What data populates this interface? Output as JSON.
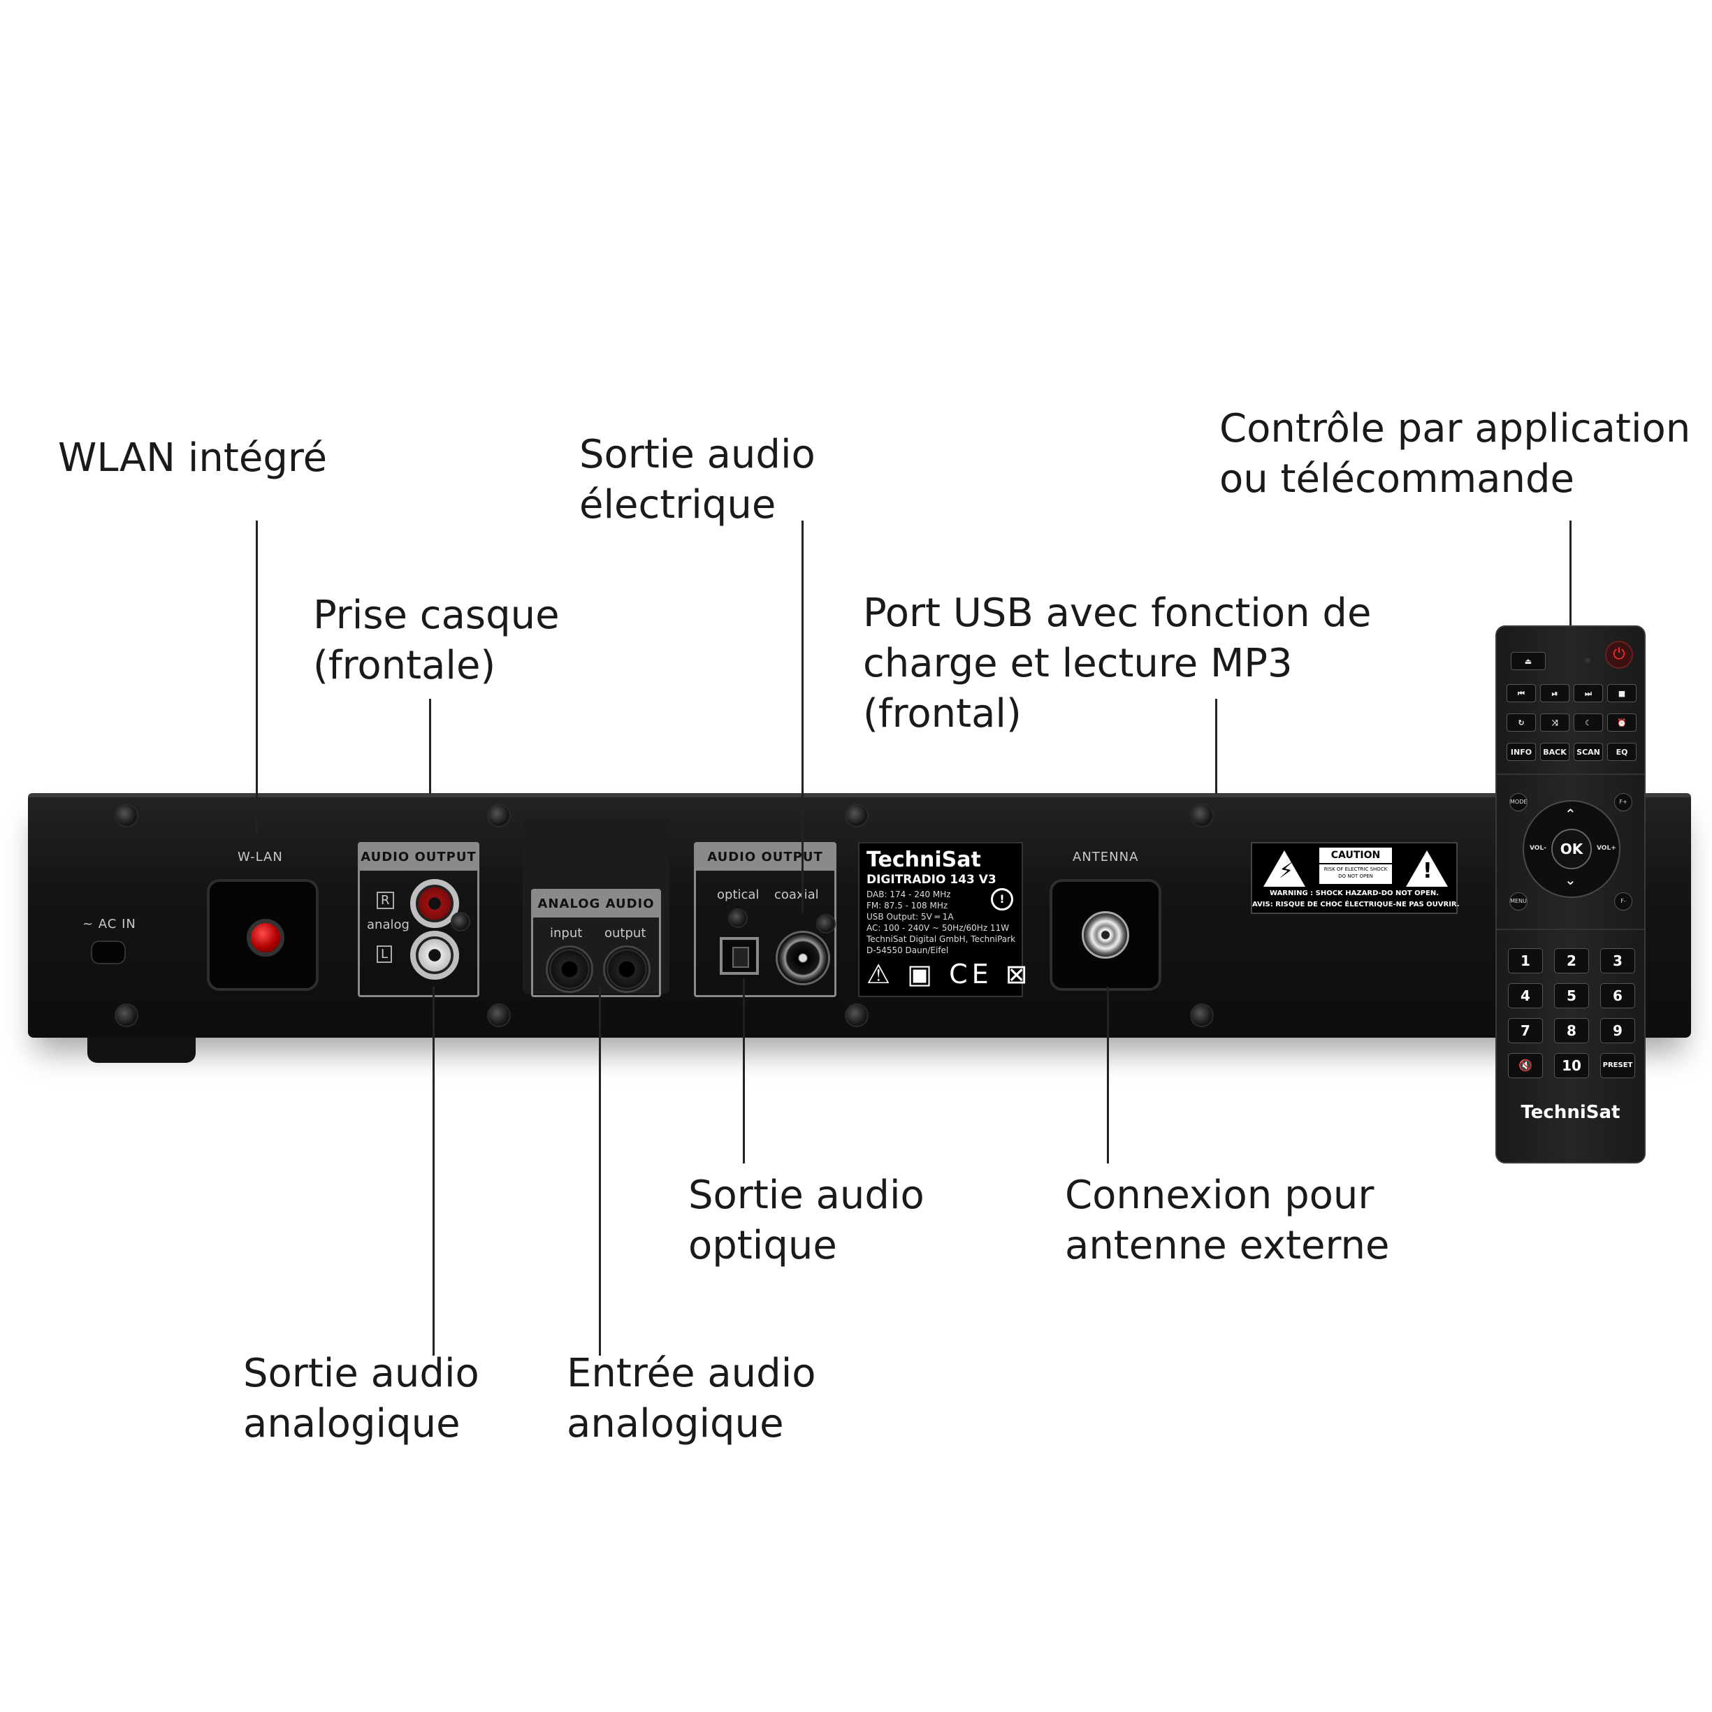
{
  "callouts": {
    "wlan": "WLAN intégré",
    "headphone": [
      "Prise casque",
      "(frontale)"
    ],
    "electric_out": [
      "Sortie audio",
      "électrique"
    ],
    "usb": [
      "Port USB avec fonction de",
      "charge et lecture MP3",
      "(frontal)"
    ],
    "app_control": [
      "Contrôle par application",
      "ou télécommande"
    ],
    "analog_out": [
      "Sortie audio",
      "analogique"
    ],
    "analog_in": [
      "Entrée audio",
      "analogique"
    ],
    "optical_out": [
      "Sortie audio",
      "optique"
    ],
    "antenna_ext": [
      "Connexion pour",
      "antenne externe"
    ]
  },
  "panel": {
    "ac_in": "~ AC IN",
    "wlan": "W-LAN",
    "audio_output_1": "AUDIO OUTPUT",
    "r": "R",
    "analog": "analog",
    "l": "L",
    "analog_audio": "ANALOG AUDIO",
    "input": "input",
    "output": "output",
    "audio_output_2": "AUDIO OUTPUT",
    "optical": "optical",
    "coaxial": "coaxial",
    "antenna": "ANTENNA"
  },
  "rating_label": {
    "brand": "TechniSat",
    "model": "DIGITRADIO 143 V3",
    "lines": [
      "DAB: 174 - 240 MHz",
      "FM: 87.5 - 108 MHz",
      "USB Output: 5V ═ 1A",
      "AC: 100 - 240V ~ 50Hz/60Hz 11W",
      "TechniSat Digital GmbH, TechniPark",
      "D-54550 Daun/Eifel"
    ],
    "symbols": "⚠ ▣ CE ⊠"
  },
  "warning": {
    "caution": "CAUTION",
    "caution_sub": "RISK OF ELECTRIC SHOCK DO NOT OPEN",
    "line1": "WARNING : SHOCK HAZARD-DO NOT OPEN.",
    "line2": "AVIS: RISQUE DE CHOC ÉLECTRIQUE-NE PAS OUVRIR."
  },
  "remote": {
    "row_func": [
      "INFO",
      "BACK",
      "SCAN",
      "EQ"
    ],
    "mode": "MODE",
    "menu": "MENU",
    "f_plus": "F+",
    "f_minus": "F-",
    "vol_minus": "VOL-",
    "vol_plus": "VOL+",
    "ok": "OK",
    "numbers": [
      "1",
      "2",
      "3",
      "4",
      "5",
      "6",
      "7",
      "8",
      "9"
    ],
    "ten": "10",
    "preset": "PRESET",
    "brand": "TechniSat"
  }
}
